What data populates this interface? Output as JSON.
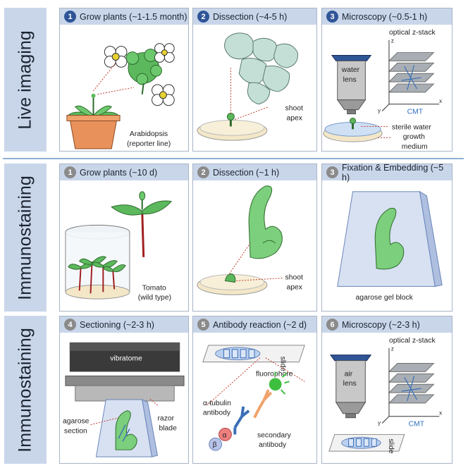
{
  "sections": [
    {
      "label": "Live imaging"
    },
    {
      "label": "Immunostaining"
    },
    {
      "label": "Immunostaining"
    }
  ],
  "panels": {
    "p1": {
      "num": "1",
      "title": "Grow plants (~1-1.5 month)",
      "plant": "Arabidopsis",
      "line": "(reporter line)"
    },
    "p2": {
      "num": "2",
      "title": "Dissection (~4-5 h)",
      "shoot": "shoot",
      "apex": "apex"
    },
    "p3": {
      "num": "3",
      "title": "Microscopy (~0.5-1 h)",
      "zstack": "optical z-stack",
      "lens1": "water",
      "lens2": "lens",
      "cmt": "CMT",
      "water": "sterile water",
      "medium1": "growth",
      "medium2": "medium",
      "ax_z": "z",
      "ax_y": "y",
      "ax_x": "x"
    },
    "p4": {
      "num": "1",
      "title": "Grow plants (~10 d)",
      "plant": "Tomato",
      "type": "(wild type)"
    },
    "p5": {
      "num": "2",
      "title": "Dissection (~1 h)",
      "shoot": "shoot",
      "apex": "apex"
    },
    "p6": {
      "num": "3",
      "title": "Fixation & Embedding (~5 h)",
      "block": "agarose gel block"
    },
    "p7": {
      "num": "4",
      "title": "Sectioning (~2-3 h)",
      "vibratome": "vibratome",
      "agarose": "agarose",
      "section": "section",
      "razor": "razor",
      "blade": "blade"
    },
    "p8": {
      "num": "5",
      "title": "Antibody reaction (~2 d)",
      "slide": "slide",
      "fluoro": "fluorophore",
      "atub1": "α-tubulin",
      "atub2": "antibody",
      "alpha": "α",
      "beta": "β",
      "sec1": "secondary",
      "sec2": "antibody"
    },
    "p9": {
      "num": "6",
      "title": "Microscopy (~2-3 h)",
      "zstack": "optical z-stack",
      "lens1": "air",
      "lens2": "lens",
      "cmt": "CMT",
      "slide": "slide",
      "ax_z": "z",
      "ax_y": "y",
      "ax_x": "x"
    }
  },
  "colors": {
    "header": "#c9d6ea",
    "accent": "#2f5597",
    "step_grey": "#8a8a8a",
    "leaf_green": "#5cb85c",
    "dish": "#f3e7c8"
  }
}
